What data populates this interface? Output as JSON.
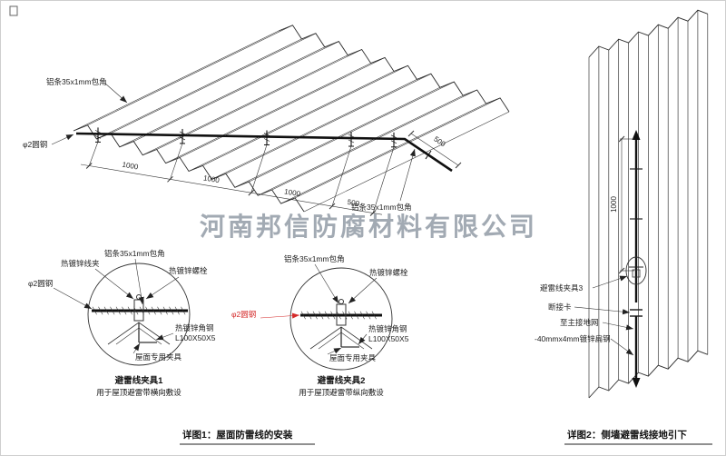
{
  "watermark": "河南邦信防腐材料有限公司",
  "roof_view": {
    "label_alu_strip_top": "铝条35x1mm包角",
    "label_round_steel": "φ2圆钢",
    "label_alu_strip_bottom": "铝条35x1mm包角",
    "dim_1000": "1000",
    "dim_500": "500"
  },
  "clamp_detail_1": {
    "label_wire_clip": "热镀锌线夹",
    "label_alu_strip": "铝条35x1mm包角",
    "label_bolt": "热镀锌螺栓",
    "label_round_steel": "φ2圆钢",
    "label_angle_steel": "热镀锌角钢",
    "label_angle_size": "L100X50X5",
    "label_roof_clamp": "屋面专用夹具",
    "title": "避雷线夹具1",
    "subtitle": "用于屋顶避雷带横向敷设"
  },
  "clamp_detail_2": {
    "label_alu_strip": "铝条35x1mm包角",
    "label_bolt": "热镀锌螺栓",
    "label_round_steel": "φ2圆钢",
    "label_angle_steel": "热镀锌角钢",
    "label_angle_size": "L100X50X5",
    "label_roof_clamp": "屋面专用夹具",
    "title": "避雷线夹具2",
    "subtitle": "用于屋顶避雷带纵向敷设"
  },
  "wall_view": {
    "dim_1000": "1000",
    "label_clamp3": "避雷线夹具3",
    "label_disconnect_link": "断接卡",
    "label_to_ground_grid": "至主接地网",
    "label_flat_steel": "-40mmx4mm镀锌扁钢"
  },
  "captions": {
    "detail_1": "详图1：屋面防雷线的安装",
    "detail_2": "详图2：侧墙避雷线接地引下"
  },
  "colors": {
    "line": "#2b2b2b",
    "red_label": "#d42a2a",
    "watermark_gray": "#8b95a1"
  }
}
